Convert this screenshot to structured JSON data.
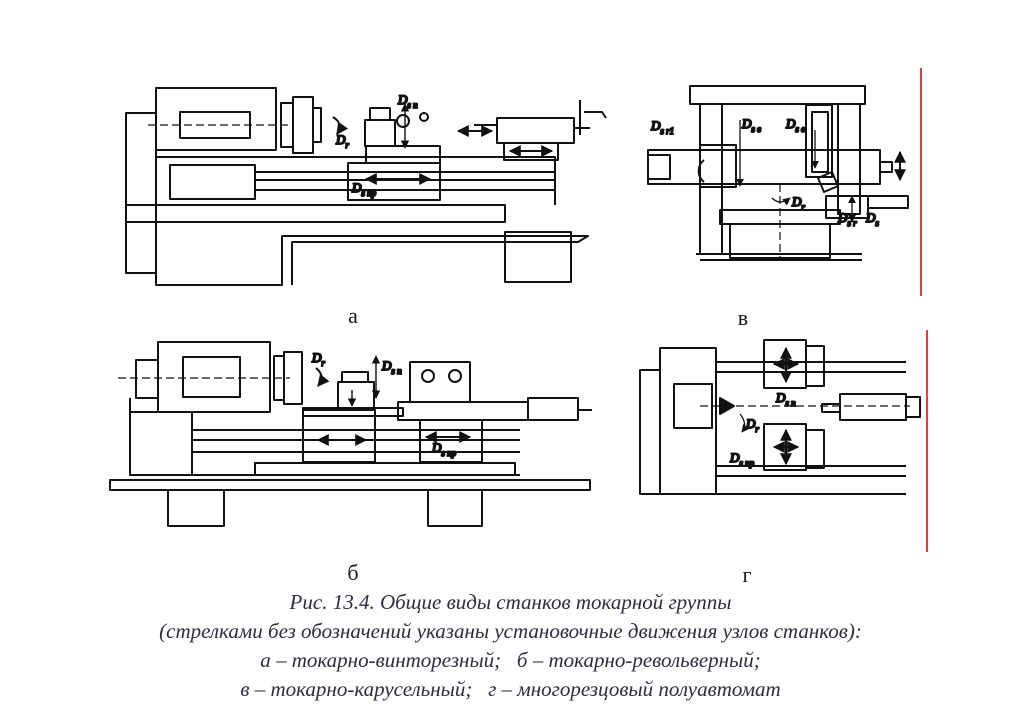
{
  "panels": {
    "a": {
      "letter": "а",
      "labels": {
        "ds_p": "D",
        "ds_p_sub": "s п",
        "d_r": "D",
        "d_r_sub": "r",
        "ds_pr": "D",
        "ds_pr_sub": "s пр"
      }
    },
    "b": {
      "letter": "б",
      "labels": {
        "d_r": "D",
        "d_r_sub": "r",
        "ds_p": "D",
        "ds_p_sub": "s п",
        "ds_pr": "D",
        "ds_pr_sub": "s пр"
      }
    },
    "v": {
      "letter": "в",
      "labels": {
        "ds_r1": "D",
        "ds_r1_sub": "s r1",
        "ds_v": "D",
        "ds_v_sub": "s в",
        "ds_v2": "D",
        "ds_v2_sub": "s в",
        "d_r": "D",
        "d_r_sub": "r",
        "ds_r": "D",
        "ds_r_sub": "s r",
        "ds_s": "D",
        "ds_s_sub": "s"
      }
    },
    "g": {
      "letter": "г",
      "labels": {
        "ds_p": "D",
        "ds_p_sub": "s п",
        "d_r": "D",
        "d_r_sub": "r",
        "ds_pr": "D",
        "ds_pr_sub": "s пр"
      }
    }
  },
  "caption": {
    "line1": "Рис. 13.4. Общие виды станков токарной группы",
    "line2": "(стрелками без обозначений указаны установочные движения узлов станков):",
    "line3": "а – токарно-винторезный;   б – токарно-револьверный;",
    "line4": "в – токарно-карусельный;   г – многорезцовый полуавтомат"
  }
}
